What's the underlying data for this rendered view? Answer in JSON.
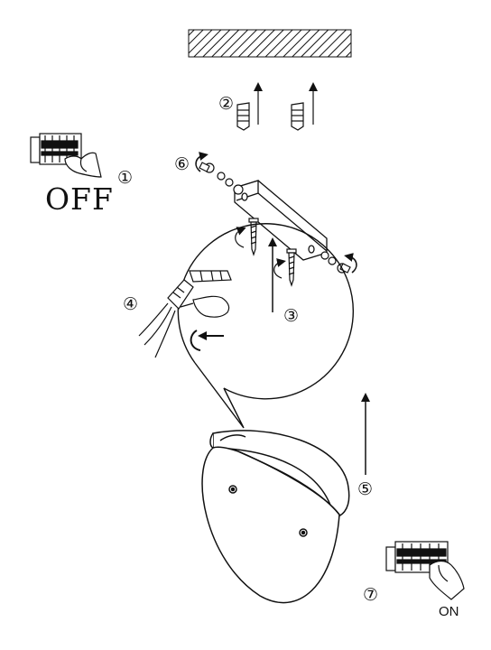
{
  "diagram": {
    "steps": {
      "s1": "①",
      "s2": "②",
      "s3": "③",
      "s4": "④",
      "s5": "⑤",
      "s6": "⑥",
      "s7": "⑦"
    },
    "switch_off_label": "OFF",
    "switch_on_label": "ON",
    "parts": [
      "ceiling-hatch-icon",
      "wall-anchor-icon",
      "mounting-bracket-icon",
      "screw-icon",
      "washer-icon",
      "terminal-block-icon",
      "circuit-breaker-icon",
      "lamp-shade-icon",
      "hand-icon"
    ],
    "colors": {
      "line": "#111111",
      "background": "#ffffff"
    }
  }
}
